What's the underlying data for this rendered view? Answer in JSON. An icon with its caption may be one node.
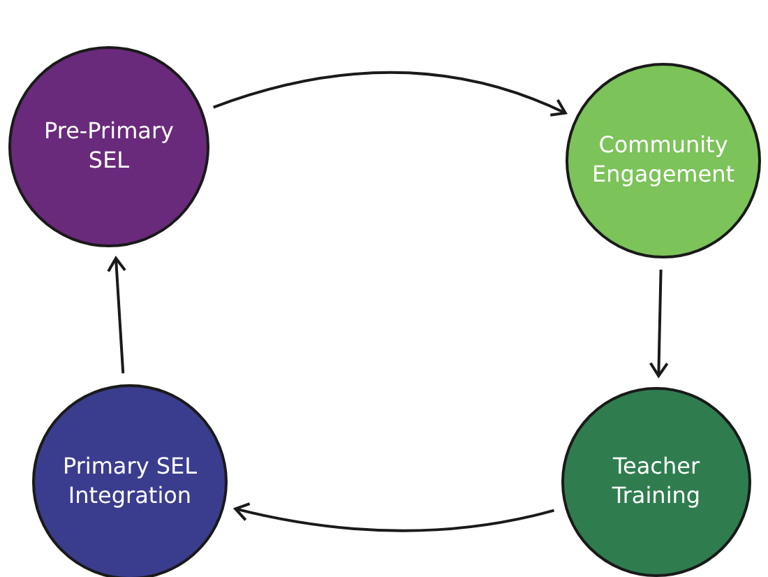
{
  "diagram": {
    "nodes": [
      {
        "text": [
          "Pre-Primary SEL"
        ]
      },
      {
        "text": [
          "Community Engagement"
        ]
      },
      {
        "text": [
          "Primary SEL Integration"
        ]
      },
      {
        "text": [
          "Teacher Training"
        ]
      }
    ],
    "edges": [
      {
        "from": 0,
        "to": 1,
        "arrow": "to"
      },
      {
        "from": 1,
        "to": 3,
        "arrow": "to"
      },
      {
        "from": 3,
        "to": 2,
        "arrow": "to"
      },
      {
        "from": 2,
        "to": 0,
        "arrow": "to"
      }
    ]
  }
}
